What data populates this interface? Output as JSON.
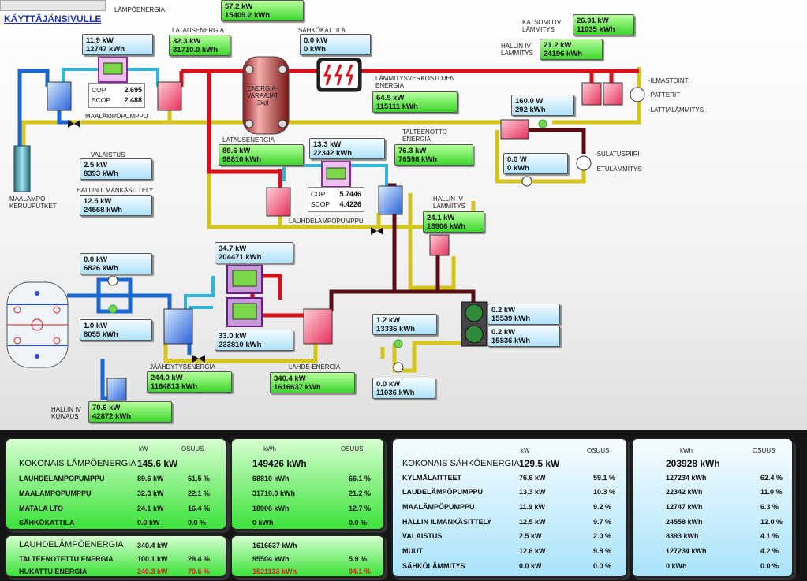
{
  "nav": {
    "link_label": "KÄYTTÄJÄNSIVULLE"
  },
  "labels": {
    "lampoenergia": "LÄMPÖENERGIA",
    "latausenergia_top": "LATAUSENERGIA",
    "sahkokattila": "SÄHKÖKATTILA",
    "energiavaraajat": "ENERGIA-\nVARAAJAT\n3kpl",
    "lammitysverkosto": "LÄMMITYSVERKOSTOJEN\nENERGIA",
    "katsomo": "KATSOMO IV\nLÄMMITYS",
    "hallin_iv_top": "HALLIN IV\nLÄMMITYS",
    "ilmastointi": "-ILMASTOINTI",
    "patterit": "-PATTERIT",
    "lattialammitys": "-LATTIALÄMMITYS",
    "maalampopumppu": "MAALÄMPÖPUMPPU",
    "latausenergia_mid": "LATAUSENERGIA",
    "talteenotto": "TALTEENOTTO\nENERGIA",
    "sulatuspiiri": "-SULATUSPIIRI",
    "etulammitys": "-ETULÄMMITYS",
    "valaistus": "VALAISTUS",
    "hallin_ilmankasittely": "HALLIN ILMANKÄSITTELY",
    "maalampo_keruuputket": "MAALÄMPÖ\nKERUUPUTKET",
    "lauhdelampopumppu": "LAUHDELÄMPÖPUMPPU",
    "hallin_iv_mid": "HALLIN IV\nLÄMMITYS",
    "jaahdytysenergia": "JÄÄHDYTYSENERGIA",
    "lahde_energia": "LAHDE-ENERGIA",
    "hallin_iv_kuivaus": "HALLIN IV\nKUIVAUS"
  },
  "boxes": {
    "lampoenergia_top": {
      "kw": "",
      "kwh": ""
    },
    "top_center": {
      "kw": "57.2 kW",
      "kwh": "15409.2 kWh"
    },
    "maalampo": {
      "kw": "11.9 kW",
      "kwh": "12747 kWh"
    },
    "latausenergia": {
      "kw": "32.3 kW",
      "kwh": "31710.0 kWh"
    },
    "sahkokattila": {
      "kw": "0.0 kW",
      "kwh": "0 kWh"
    },
    "katsomo": {
      "kw": "26.91 kW",
      "kwh": "11035 kWh"
    },
    "hallin_iv_top": {
      "kw": "21.2 kW",
      "kwh": "24196 kWh"
    },
    "lammitysverkosto": {
      "kw": "64.5 kW",
      "kwh": "115111 kWh"
    },
    "lattia": {
      "kw": "160.0 W",
      "kwh": "292 kWh"
    },
    "latausenergia_mid": {
      "kw": "89.6 kW",
      "kwh": "98810 kWh"
    },
    "lauhde_sahko": {
      "kw": "13.3 kW",
      "kwh": "22342 kWh"
    },
    "talteenotto": {
      "kw": "76.3 kW",
      "kwh": "76598 kWh"
    },
    "sulatus": {
      "kw": "0.0 W",
      "kwh": "0 kWh"
    },
    "valaistus": {
      "kw": "2.5 kW",
      "kwh": "8393 kWh"
    },
    "ilmankasittely": {
      "kw": "12.5 kW",
      "kwh": "24558 kWh"
    },
    "hallin_iv_mid": {
      "kw": "24.1 kW",
      "kwh": "18906 kWh"
    },
    "ice_top": {
      "kw": "0.0 kW",
      "kwh": "6826 kWh"
    },
    "ice_bottom": {
      "kw": "1.0 kW",
      "kwh": "8055 kWh"
    },
    "chiller_top": {
      "kw": "34.7 kW",
      "kwh": "204471 kWh"
    },
    "chiller_bottom": {
      "kw": "33.0 kW",
      "kwh": "233810 kWh"
    },
    "lahde_mid": {
      "kw": "1.2 kW",
      "kwh": "13336 kWh"
    },
    "fan_top": {
      "kw": "0.2 kW",
      "kwh": "15539 kWh"
    },
    "fan_bottom": {
      "kw": "0.2 kW",
      "kwh": "15836 kWh"
    },
    "jaahdytys": {
      "kw": "244.0 kW",
      "kwh": "1164813 kWh"
    },
    "lahde": {
      "kw": "340.4 kW",
      "kwh": "1616637 kWh"
    },
    "lahde_pump": {
      "kw": "0.0 kW",
      "kwh": "11036 kWh"
    },
    "kuivaus": {
      "kw": "70.6 kW",
      "kwh": "42872 kWh"
    }
  },
  "cop": {
    "top": {
      "cop_label": "COP",
      "cop": "2.695",
      "scop_label": "SCOP",
      "scop": "2.488"
    },
    "mid": {
      "cop_label": "COP",
      "cop": "5.7446",
      "scop_label": "SCOP",
      "scop": "4.4226"
    }
  },
  "panels": {
    "heat": {
      "h_kw": "kW",
      "h_osuus": "OSUUS",
      "title": "KOKONAIS LÄMPÖENERGIA",
      "total": "145.6 kW",
      "rows": [
        {
          "name": "LAUHDELÄMPÖPUMPPU",
          "kw": "89.6 kW",
          "pct": "61.5 %"
        },
        {
          "name": "MAALÄMPÖPUMPPU",
          "kw": "32.3 kW",
          "pct": "22.1 %"
        },
        {
          "name": "MATALA LTO",
          "kw": "24.1 kW",
          "pct": "16.4 %"
        },
        {
          "name": "SÄHKÖKATTILA",
          "kw": "0.0 kW",
          "pct": "0.0 %"
        }
      ]
    },
    "heat_kwh": {
      "h_kwh": "kWh",
      "h_osuus": "OSUUS",
      "total": "149426 kWh",
      "rows": [
        {
          "kwh": "98810 kWh",
          "pct": "66.1 %"
        },
        {
          "kwh": "31710.0 kWh",
          "pct": "21.2 %"
        },
        {
          "kwh": "18906 kWh",
          "pct": "12.7 %"
        },
        {
          "kwh": "0 kWh",
          "pct": "0.0 %"
        }
      ]
    },
    "lauhde": {
      "title": "LAUHDELÄMPÖENERGIA",
      "total": "340.4 kW",
      "r1_name": "TALTEENOTETTU ENERGIA",
      "r1_kw": "100.1 kW",
      "r1_pct": "29.4 %",
      "r2_name": "HUKATTU ENERGIA",
      "r2_kw": "240.3 kW",
      "r2_pct": "70.6 %"
    },
    "lauhde_kwh": {
      "total": "1616637 kWh",
      "r1_kwh": "95504 kWh",
      "r1_pct": "5.9 %",
      "r2_kwh": "1521133 kWh",
      "r2_pct": "94.1 %"
    },
    "elec": {
      "h_kw": "kW",
      "h_osuus": "OSUUS",
      "title": "KOKONAIS SÄHKÖENERGIA",
      "total": "129.5 kW",
      "rows": [
        {
          "name": "KYLMÄLAITTEET",
          "kw": "76.6 kW",
          "pct": "59.1 %"
        },
        {
          "name": "LAUDELÄMPÖPUMPPU",
          "kw": "13.3 kW",
          "pct": "10.3 %"
        },
        {
          "name": "MAALÄMPÖPUMPPU",
          "kw": "11.9 kW",
          "pct": "9.2 %"
        },
        {
          "name": "HALLIN ILMANKÄSITTELY",
          "kw": "12.5 kW",
          "pct": "9.7 %"
        },
        {
          "name": "VALAISTUS",
          "kw": "2.5 kW",
          "pct": "2.0 %"
        },
        {
          "name": "MUUT",
          "kw": "12.6 kW",
          "pct": "9.8 %"
        },
        {
          "name": "SÄHKÖLÄMMITYS",
          "kw": "0.0 kW",
          "pct": "0.0 %"
        }
      ]
    },
    "elec_kwh": {
      "h_kwh": "kWh",
      "h_osuus": "OSUUS",
      "total": "203928 kWh",
      "rows": [
        {
          "kwh": "127234 kWh",
          "pct": "62.4 %"
        },
        {
          "kwh": "22342 kWh",
          "pct": "11.0 %"
        },
        {
          "kwh": "12747 kWh",
          "pct": "6.3 %"
        },
        {
          "kwh": "24558 kWh",
          "pct": "12.0 %"
        },
        {
          "kwh": "8393 kWh",
          "pct": "4.1 %"
        },
        {
          "kwh": "127234 kWh",
          "pct": "4.2 %"
        },
        {
          "kwh": "0 kWh",
          "pct": "0.0 %"
        }
      ]
    }
  },
  "colors": {
    "hot": "#d8101a",
    "return": "#d4c41c",
    "cold": "#1a66d2",
    "brown": "#5a0d12",
    "cyan": "#2fb6de"
  }
}
